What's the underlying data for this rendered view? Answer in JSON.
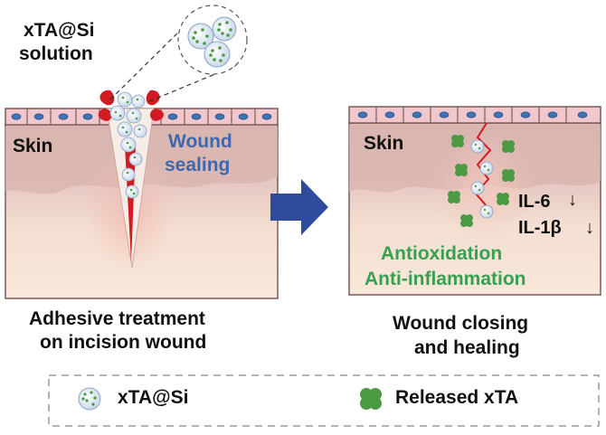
{
  "left_panel": {
    "solution_label_line1": "xTA@Si",
    "solution_label_line2": "solution",
    "skin_label": "Skin",
    "wound_label_line1": "Wound",
    "wound_label_line2": "sealing",
    "caption_line1": "Adhesive treatment",
    "caption_line2": "on incision wound"
  },
  "right_panel": {
    "skin_label": "Skin",
    "marker1": "IL-6",
    "marker2": "IL-1β",
    "effect1": "Antioxidation",
    "effect2": "Anti-inflammation",
    "caption_line1": "Wound closing",
    "caption_line2": "and healing"
  },
  "legend": {
    "item1_label": "xTA@Si",
    "item2_label": "Released xTA"
  },
  "colors": {
    "skin_top": "#e2c3c0",
    "skin_bottom": "#f6e3d4",
    "cell_fill": "#f1c9cf",
    "nucleus": "#3d73b7",
    "arrow": "#2f4b9e",
    "wound_text": "#3f67ad",
    "effect_text": "#36a150",
    "released_xta": "#4d9a45",
    "clot": "#d11a22"
  }
}
